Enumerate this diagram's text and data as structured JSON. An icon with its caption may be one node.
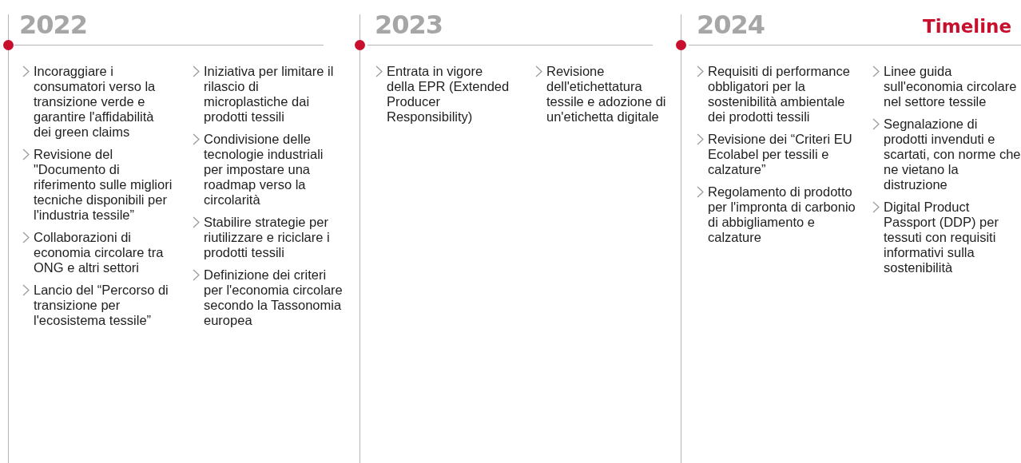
{
  "diagram": {
    "title": "Timeline",
    "labels": [
      "2022",
      "Incoraggiare i consumatori verso la transizione verde e garantire l'affidabilità dei green claims",
      "Revisione del \"Documento di riferimento sulle migliori tecniche disponibili per l'industria tessile”",
      "Collaborazioni di economia circolare tra ONG e altri settori",
      "Lancio del “Percorso di transizione per l'ecosistema tessile”",
      "Iniziativa per limitare il rilascio di microplastiche dai prodotti tessili",
      "Condivisione delle tecnologie industriali per impostare una roadmap verso la circolarità",
      "Stabilire strategie per riutilizzare e riciclare i prodotti tessili",
      "Definizione dei criteri per l'economia circolare secondo la Tassonomia europea",
      "2023",
      "Entrata in vigore della EPR (Extended Producer Responsibility)",
      "Revisione dell'etichettatura tessile e adozione di un'etichetta digitale",
      "2024",
      "Requisiti di performance obbligatori per la sostenibilità ambientale dei prodotti tessili",
      "Revisione dei “Criteri EU Ecolabel per tessili e calzature”",
      "Regolamento di prodotto per l'impronta di carbonio di abbigliamento e calzature",
      "Linee guida sull'economia circolare nel settore tessile",
      "Segnalazione di prodotti invenduti e scartati, con norme che ne vietano la distruzione",
      "Digital Product Passport (DDP) per tessuti con requisiti informativi sulla sostenibilità"
    ]
  }
}
